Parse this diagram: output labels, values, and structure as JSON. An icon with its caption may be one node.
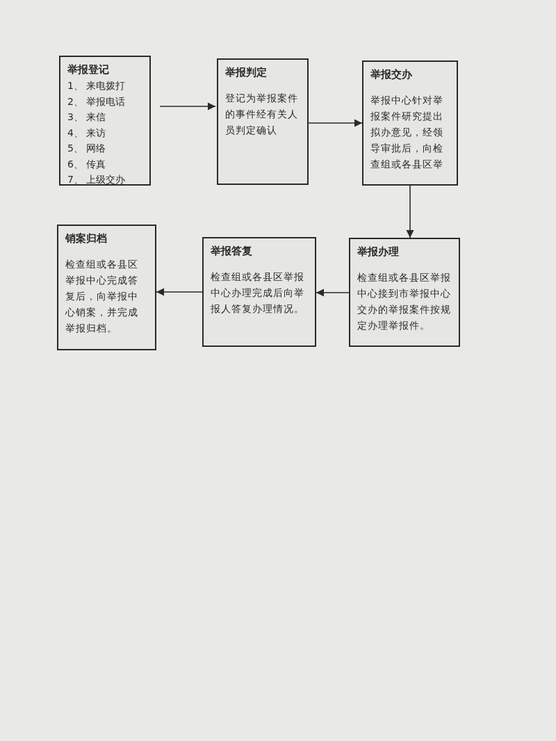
{
  "diagram": {
    "nodes": [
      {
        "text": [
          "举报登记",
          "1、 来电拨打",
          "2、 举报电话",
          "3、 来信",
          "4、 来访",
          "5、 网络",
          "6、 传真",
          "7、 上级交办"
        ]
      },
      {
        "text": [
          "举报判定",
          "登记为举报案件的事件经有关人员判定确认"
        ]
      },
      {
        "text": [
          "举报交办",
          "举报中心针对举报案件研究提出拟办意见，经领导审批后，向检查组或各县区举"
        ]
      },
      {
        "text": [
          "销案归档",
          "检查组或各县区举报中心完成答复后，向举报中心销案，并完成举报归档。"
        ]
      },
      {
        "text": [
          "举报答复",
          "检查组或各县区举报中心办理完成后向举报人答复办理情况。"
        ]
      },
      {
        "text": [
          "举报办理",
          "检查组或各县区举报中心接到市举报中心交办的举报案件按规定办理举报件。"
        ]
      }
    ],
    "edges": [
      {
        "from": 0,
        "to": 1,
        "arrow": "to"
      },
      {
        "from": 1,
        "to": 2,
        "arrow": "to"
      },
      {
        "from": 2,
        "to": 5,
        "arrow": "to"
      },
      {
        "from": 5,
        "to": 4,
        "arrow": "to"
      },
      {
        "from": 4,
        "to": 3,
        "arrow": "to"
      }
    ]
  }
}
